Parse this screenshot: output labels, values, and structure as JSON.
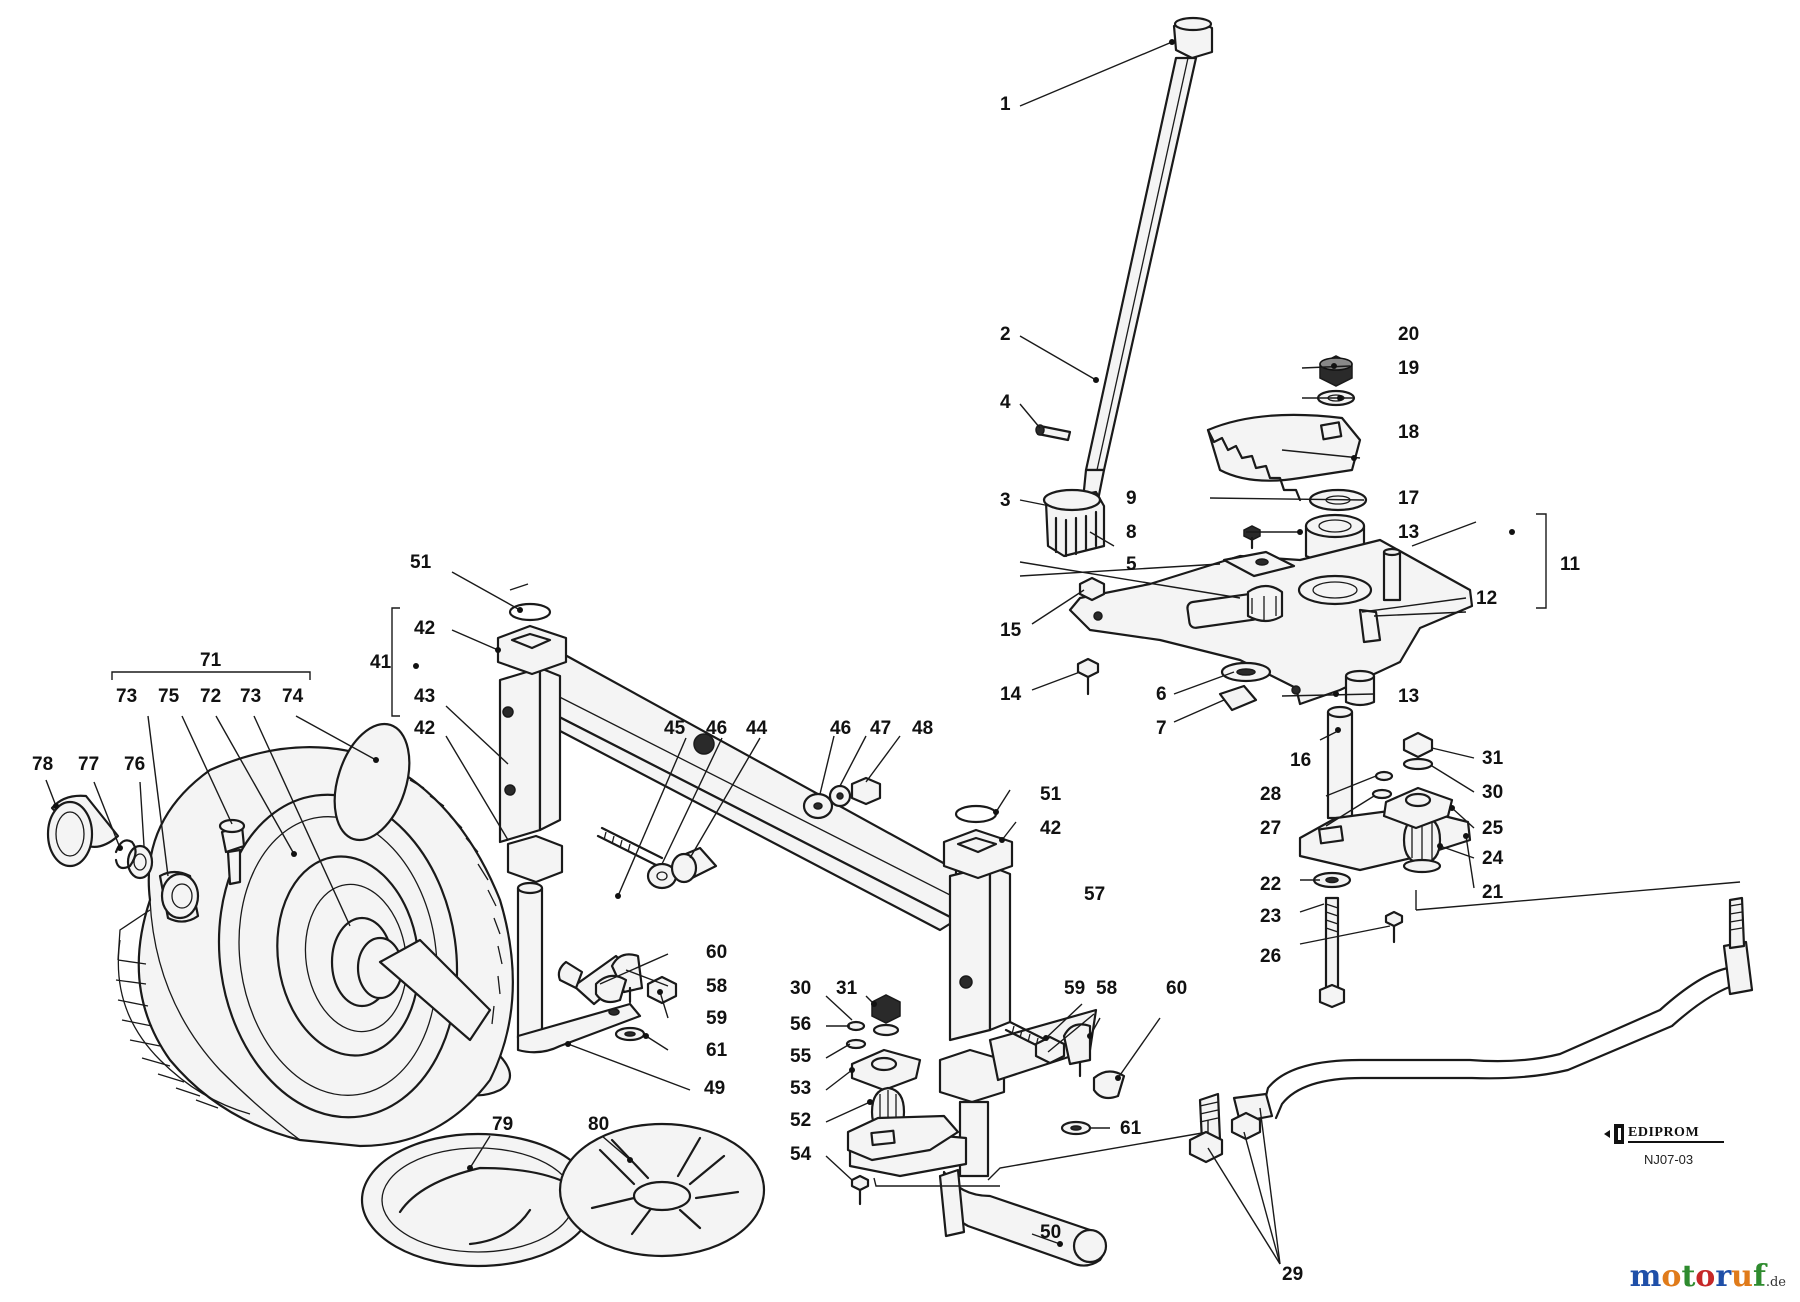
{
  "diagram": {
    "labels": [
      "1",
      "2",
      "3",
      "4",
      "5",
      "6",
      "7",
      "8",
      "9",
      "11",
      "12",
      "13",
      "13",
      "14",
      "15",
      "16",
      "17",
      "18",
      "19",
      "20",
      "21",
      "22",
      "23",
      "24",
      "25",
      "26",
      "27",
      "28",
      "29",
      "30",
      "31",
      "30",
      "31",
      "41",
      "42",
      "42",
      "42",
      "43",
      "44",
      "45",
      "46",
      "46",
      "47",
      "48",
      "49",
      "50",
      "51",
      "51",
      "52",
      "53",
      "54",
      "55",
      "56",
      "57",
      "58",
      "58",
      "59",
      "59",
      "60",
      "60",
      "61",
      "61",
      "71",
      "72",
      "73",
      "73",
      "74",
      "75",
      "76",
      "77",
      "78",
      "79",
      "80"
    ],
    "brand_text": "EDIPROM",
    "drawing_code": "NJ07-03"
  },
  "watermark": {
    "text": "motoruf",
    "domain": ".de",
    "colors": [
      "#1f4fa8",
      "#e07b1a",
      "#2e8b2e",
      "#c62828",
      "#1f4fa8",
      "#e07b1a",
      "#2e8b2e"
    ]
  }
}
